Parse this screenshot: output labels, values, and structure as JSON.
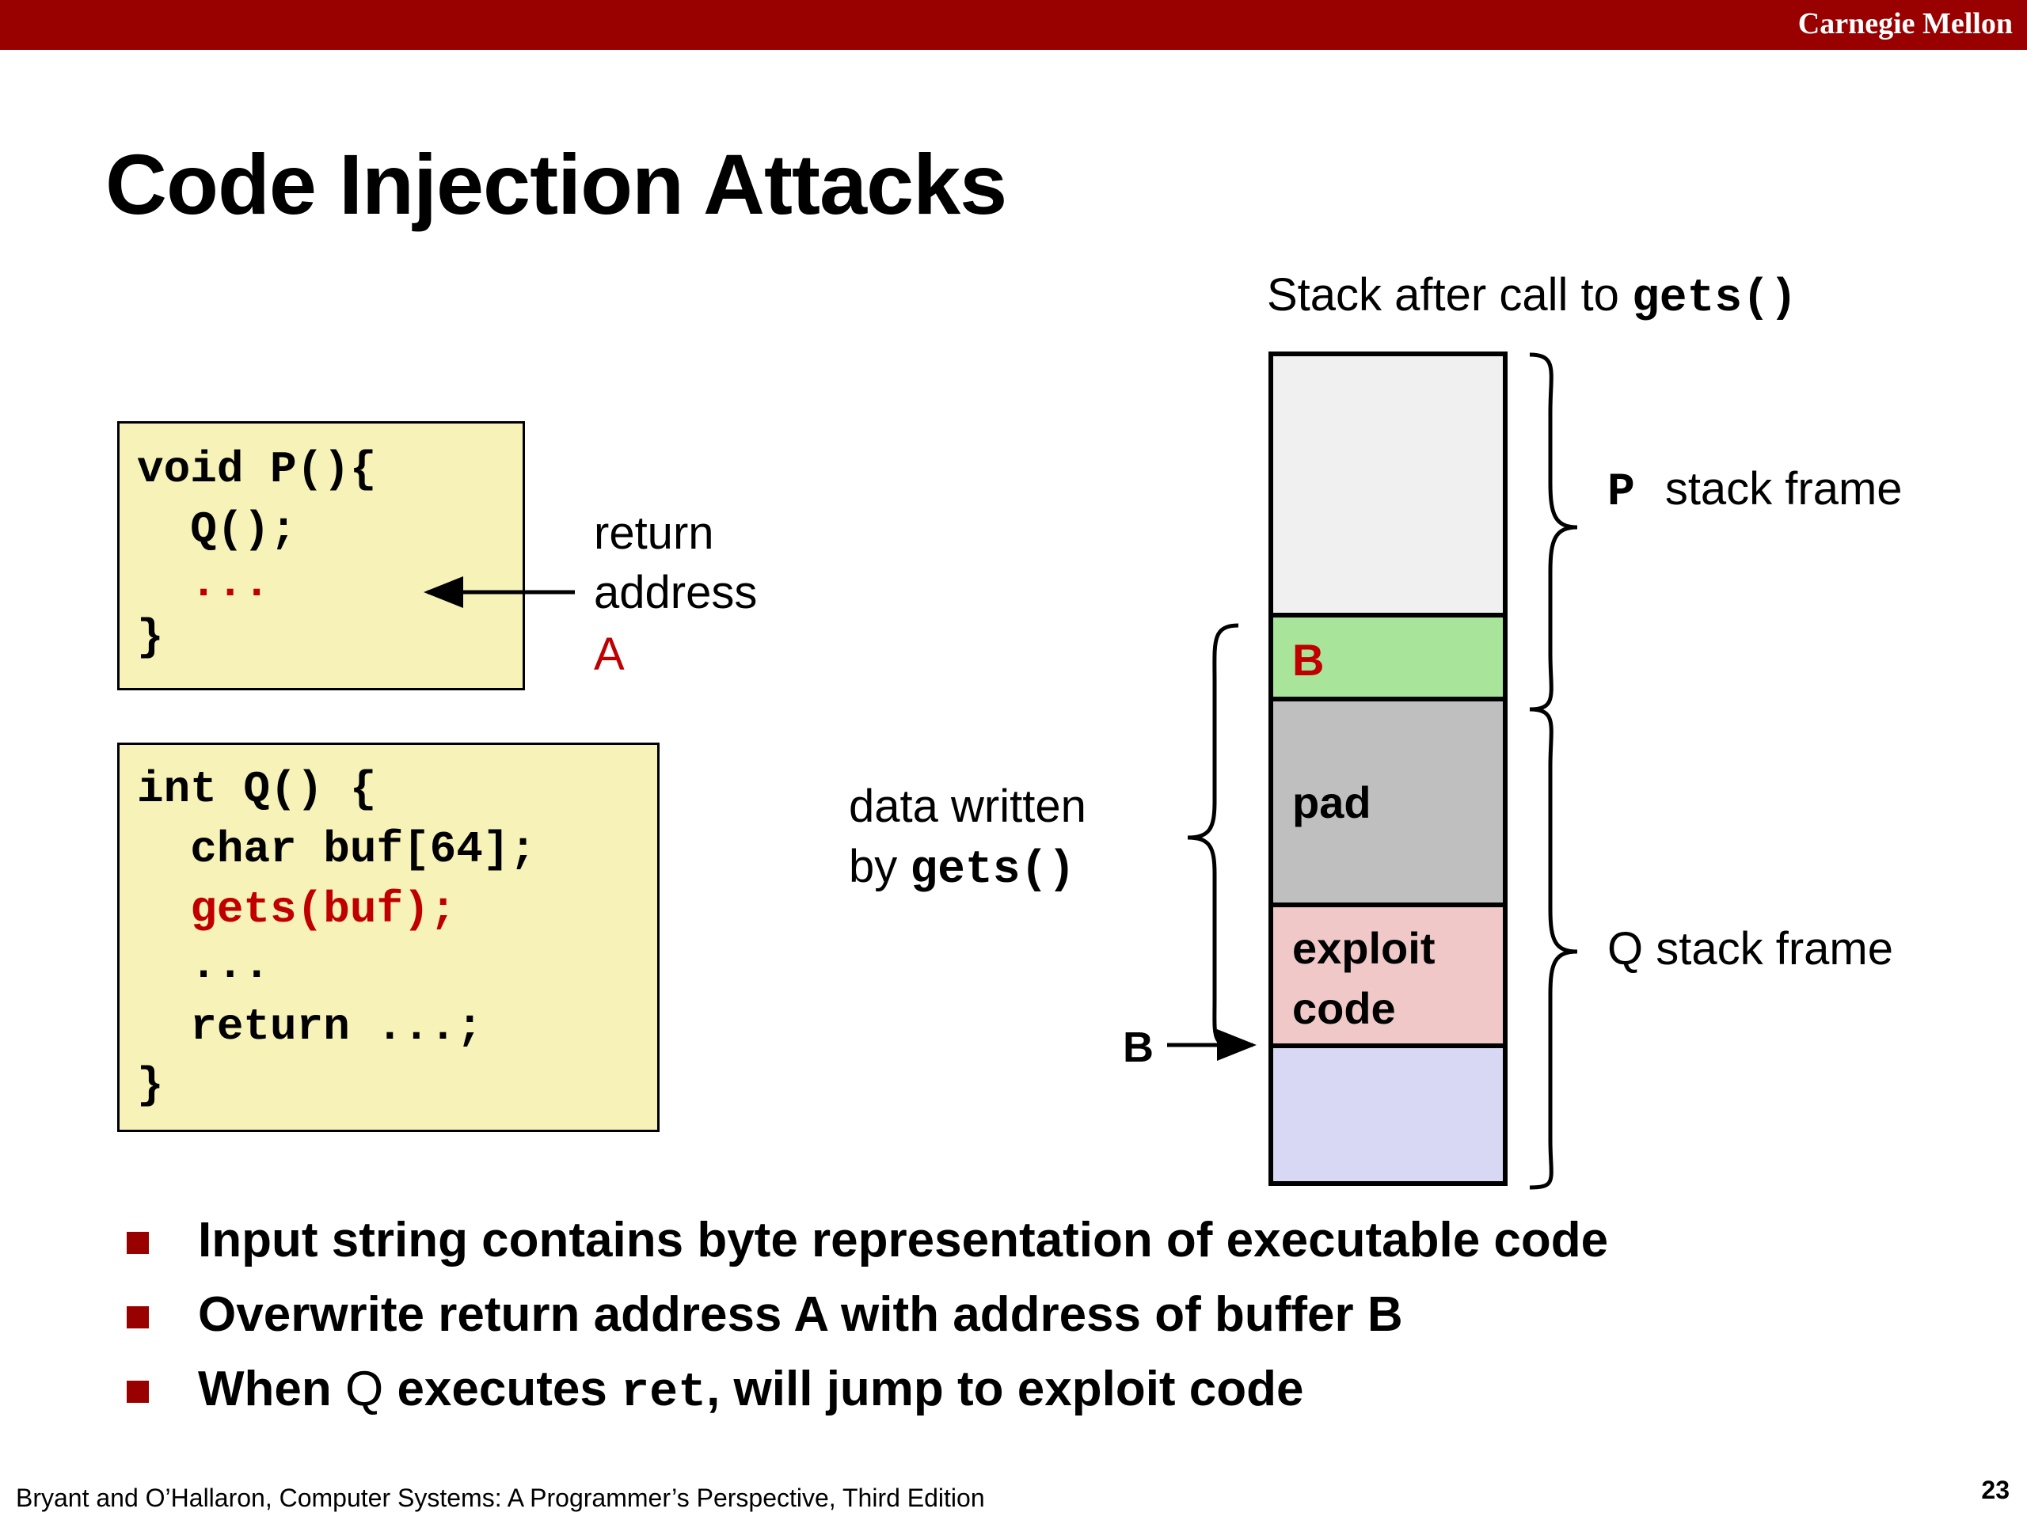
{
  "header": {
    "brand": "Carnegie Mellon"
  },
  "slide": {
    "title": "Code Injection Attacks"
  },
  "code_p": {
    "lines": [
      "void P(){",
      "  Q();",
      "  ...",
      "}"
    ]
  },
  "code_q": {
    "lines": [
      "int Q() {",
      "  char buf[64];",
      "  gets(buf);",
      "  ...",
      "  return ...;",
      "}"
    ]
  },
  "return_label": {
    "line1": "return",
    "line2": "address",
    "letter": "A"
  },
  "data_written": {
    "line1": "data written",
    "by": "by ",
    "func": "gets()"
  },
  "stack": {
    "caption_prefix": "Stack after call to ",
    "caption_func": "gets()",
    "blocks": {
      "b": "B",
      "pad": "pad",
      "exploit_1": "exploit",
      "exploit_2": "code"
    },
    "pointer_label": "B",
    "p_frame_letter": "P",
    "p_frame_text": "stack frame",
    "q_frame_letter": "Q",
    "q_frame_text": " stack frame"
  },
  "bullets": {
    "b1": "Input string contains byte representation of executable code",
    "b2": "Overwrite return address A with address of buffer B",
    "b3_pre": "When ",
    "b3_q": "Q",
    "b3_mid": " executes ",
    "b3_code": "ret",
    "b3_post": ", will jump to exploit code"
  },
  "footer": {
    "citation": "Bryant and O’Hallaron, Computer Systems: A Programmer’s Perspective, Third Edition",
    "page": "23"
  },
  "colors": {
    "brand": "#990000",
    "code_bg": "#f6f2b8",
    "code_red": "#c00000",
    "block_top": "#f0f0f0",
    "block_b": "#a8e49a",
    "block_pad": "#bfbfbf",
    "block_exploit": "#f0c8c8",
    "block_bottom": "#d8d8f4"
  }
}
